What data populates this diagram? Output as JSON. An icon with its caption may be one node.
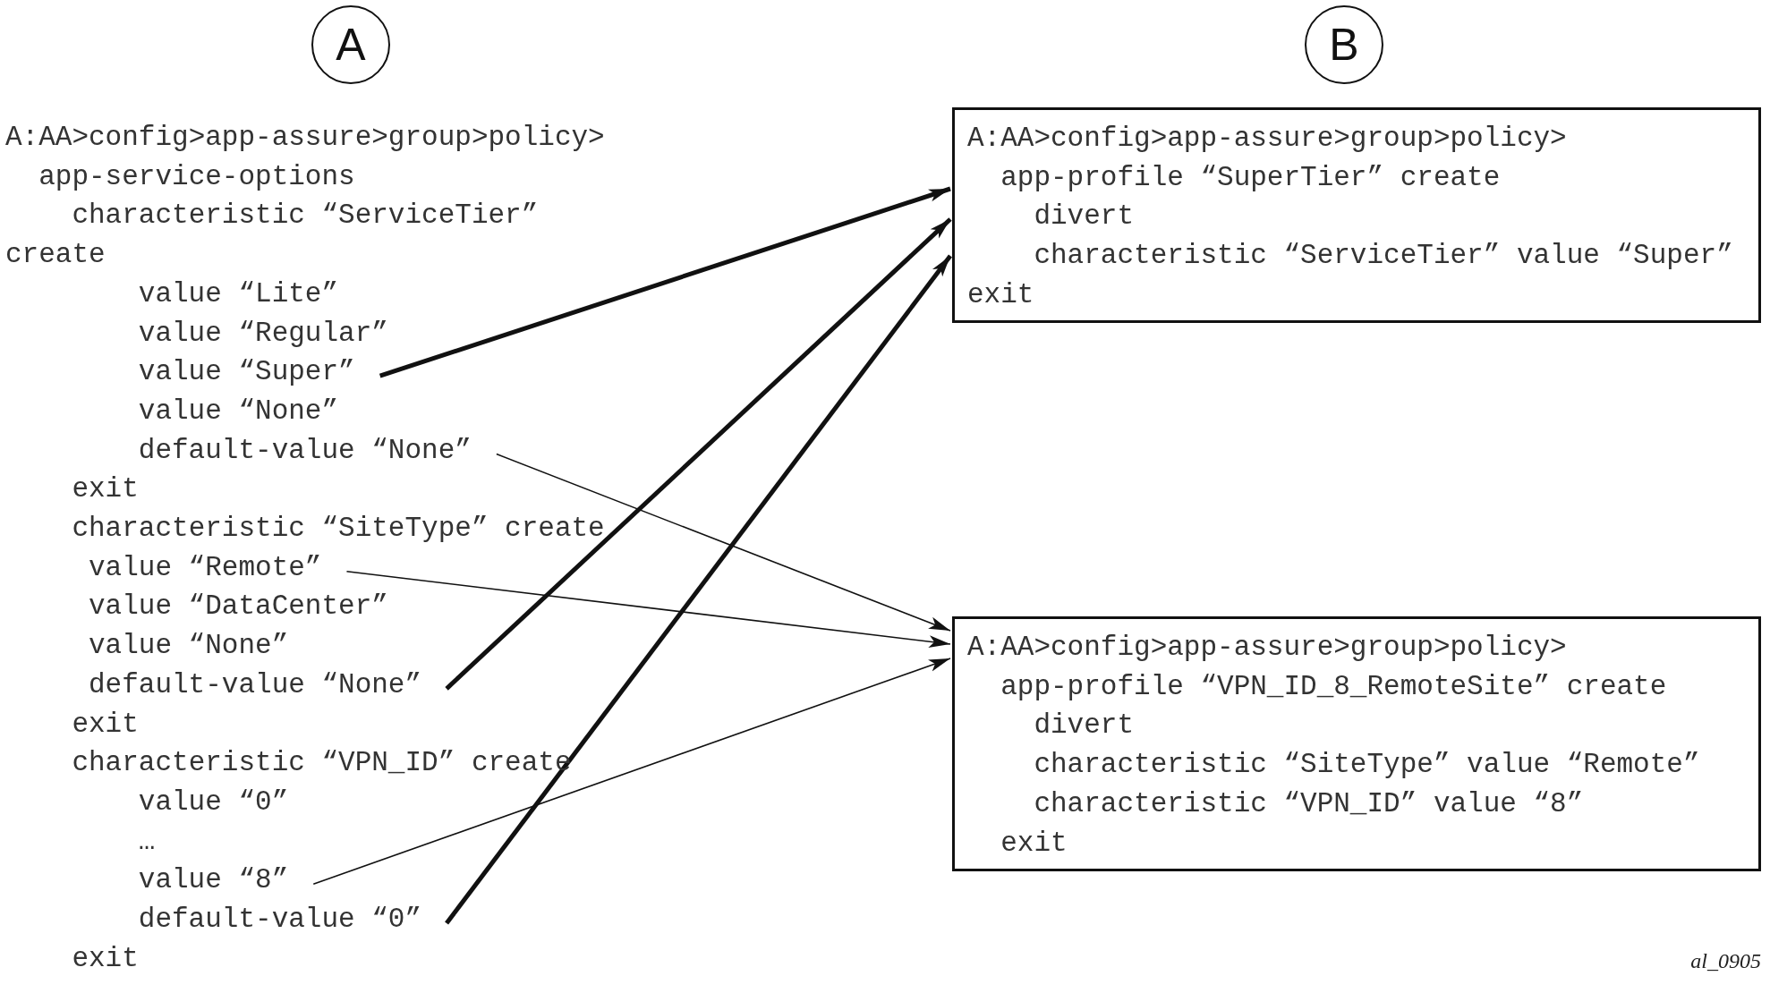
{
  "diagram": {
    "nodes": [
      {
        "text": [
          "A"
        ]
      },
      {
        "text": [
          "B"
        ]
      },
      {
        "text": [
          "value “Super”"
        ]
      },
      {
        "text": [
          "A:AA>config>app-assure>group>policy>",
          "app-profile “SuperTier” create",
          "divert",
          "characteristic “ServiceTier” value “Super”",
          "exit"
        ]
      },
      {
        "text": [
          "default-value “None”"
        ]
      },
      {
        "text": [
          "value “Remote”"
        ]
      },
      {
        "text": [
          "A:AA>config>app-assure>group>policy>",
          "app-profile “VPN_ID_8_RemoteSite” create",
          "divert",
          "characteristic “SiteType” value “Remote”",
          "characteristic “VPN_ID” value “8”",
          "exit"
        ]
      },
      {
        "text": [
          "default-value “None”"
        ]
      },
      {
        "text": [
          "value “8”"
        ]
      },
      {
        "text": [
          "default-value “0”"
        ]
      }
    ],
    "edges": [
      {
        "from": 2,
        "to": 3,
        "arrow": "to",
        "style": "thick"
      },
      {
        "from": 4,
        "to": 6,
        "arrow": "to"
      },
      {
        "from": 5,
        "to": 6,
        "arrow": "to"
      },
      {
        "from": 7,
        "to": 3,
        "arrow": "to",
        "style": "thick"
      },
      {
        "from": 8,
        "to": 6,
        "arrow": "to"
      },
      {
        "from": 9,
        "to": 3,
        "arrow": "to",
        "style": "thick"
      }
    ],
    "labels": [
      "A:AA>config>app-assure>group>policy>",
      "app-service-options",
      "characteristic “ServiceTier” create",
      "value “Lite”",
      "value “Regular”",
      "value “None”",
      "exit",
      "characteristic “SiteType” create",
      "value “DataCenter”",
      "value “None”",
      "exit",
      "characteristic “VPN_ID” create",
      "value “0”",
      "…",
      "exit",
      "al_0905"
    ]
  }
}
